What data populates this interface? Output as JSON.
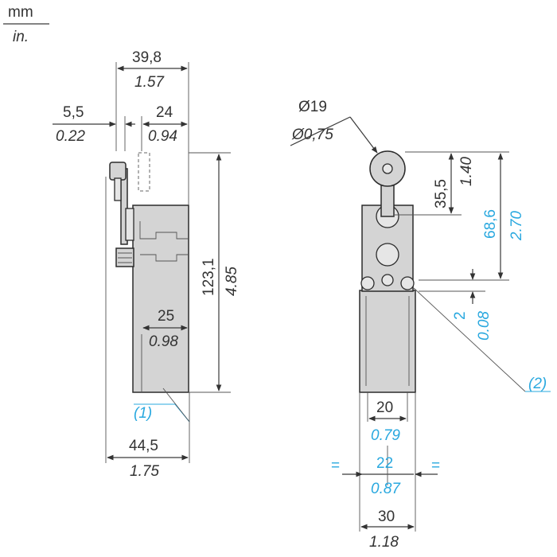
{
  "units": {
    "primary": "mm",
    "secondary": "in."
  },
  "left_view": {
    "width_overall": {
      "mm": "39,8",
      "in": "1.57"
    },
    "plunger_width": {
      "mm": "5,5",
      "in": "0.22"
    },
    "roller_offset": {
      "mm": "24",
      "in": "0.94"
    },
    "height": {
      "mm": "123,1",
      "in": "4.85"
    },
    "body_width": {
      "mm": "25",
      "in": "0.98"
    },
    "base_width": {
      "mm": "44,5",
      "in": "1.75"
    },
    "note_ref": "(1)"
  },
  "right_view": {
    "roller_diameter": {
      "mm": "Ø19",
      "in": "Ø0,75"
    },
    "roller_center": {
      "mm": "35,5",
      "in": "1.40"
    },
    "arm_height": {
      "mm": "68,6",
      "in": "2.70"
    },
    "hole_offset": {
      "mm": "2",
      "in": "0.08"
    },
    "note_ref": "(2)",
    "fix_spacing": {
      "mm": "20",
      "in": "0.79"
    },
    "fix_center": {
      "mm": "22",
      "in": "0.87",
      "equal_mark": "="
    },
    "body_width": {
      "mm": "30",
      "in": "1.18"
    }
  },
  "colors": {
    "primary_text": "#333333",
    "secondary_text": "#29a8df",
    "part_fill": "#d4d4d4",
    "outline": "#2b2b2b"
  }
}
